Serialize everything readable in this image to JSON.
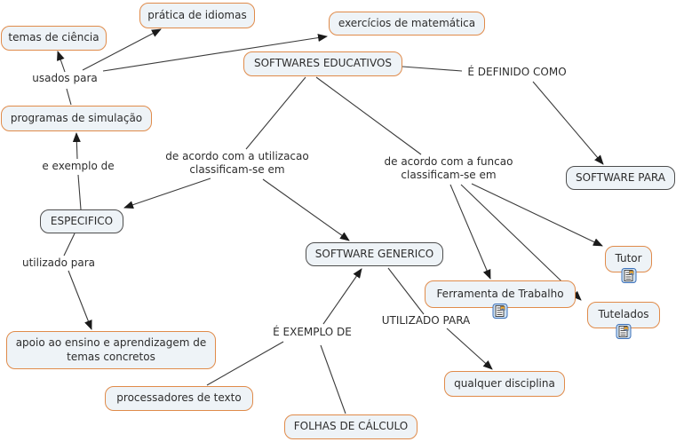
{
  "diagram_type": "concept-map",
  "topic": "SOFTWARES EDUCATIVOS",
  "colors": {
    "background": "#ffffff",
    "node_fill": "#eef3f7",
    "orange_border": "#e08b4a",
    "dark_border": "#4d4d4d",
    "text": "#2d2d2d",
    "line": "#3b3b3b",
    "arrowhead": "#1a1a1a",
    "icon_border": "#3a6fb8",
    "icon_fill": "#cfe2f4"
  },
  "concepts": [
    {
      "label": "temas de ciência",
      "border": "orange"
    },
    {
      "label": "prática de idiomas",
      "border": "orange"
    },
    {
      "label": "exercícios de matemática",
      "border": "orange"
    },
    {
      "label": "SOFTWARES EDUCATIVOS",
      "border": "orange"
    },
    {
      "label": "programas de simulação",
      "border": "orange"
    },
    {
      "label": "SOFTWARE PARA",
      "border": "gray"
    },
    {
      "label": "ESPECIFICO",
      "border": "gray"
    },
    {
      "label": "SOFTWARE GENERICO",
      "border": "gray"
    },
    {
      "label": "Tutor",
      "border": "orange",
      "icon": "attached-resource"
    },
    {
      "label": "Ferramenta de Trabalho",
      "border": "orange",
      "icon": "attached-resource"
    },
    {
      "label": "Tutelados",
      "border": "orange",
      "icon": "attached-resource"
    },
    {
      "label": "apoio ao ensino e aprendizagem de temas concretos",
      "border": "orange"
    },
    {
      "label": "qualquer disciplina",
      "border": "orange"
    },
    {
      "label": "processadores de texto",
      "border": "orange"
    },
    {
      "label": "FOLHAS DE CÁLCULO",
      "border": "orange"
    }
  ],
  "linking_phrases": [
    {
      "label": "usados para"
    },
    {
      "label": "É DEFINIDO COMO"
    },
    {
      "label": "e exemplo de"
    },
    {
      "label": "de acordo com a utilizacao classificam-se em"
    },
    {
      "label": "de acordo com a funcao classificam-se em"
    },
    {
      "label": "utilizado para"
    },
    {
      "label": "É EXEMPLO DE"
    },
    {
      "label": "UTILIZADO PARA"
    }
  ]
}
